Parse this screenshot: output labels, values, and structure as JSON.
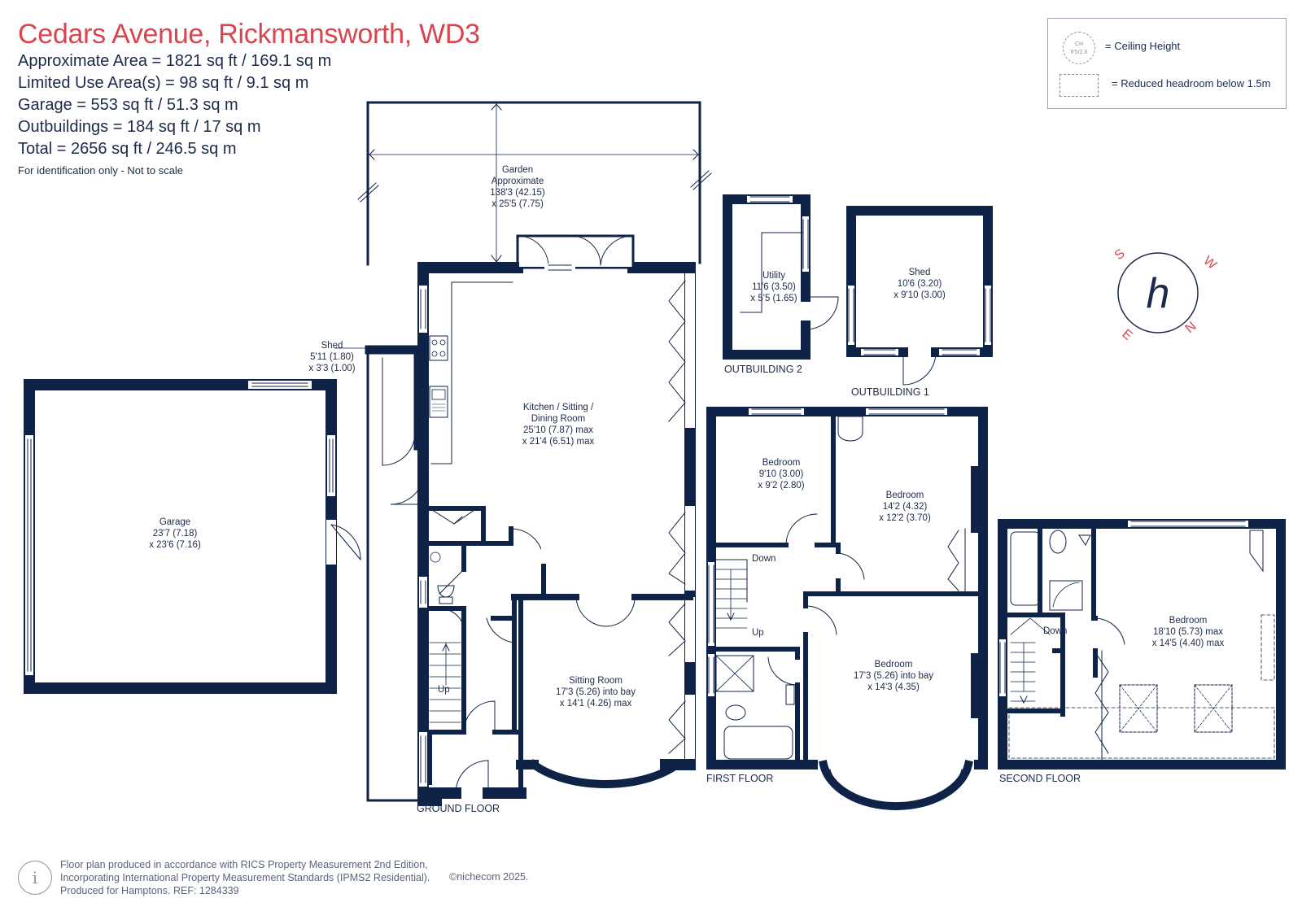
{
  "header": {
    "title": "Cedars Avenue, Rickmansworth, WD3",
    "approx_area": "Approximate Area = 1821 sq ft / 169.1 sq m",
    "limited_use": "Limited Use Area(s) = 98 sq ft / 9.1 sq m",
    "garage": "Garage = 553 sq ft / 51.3 sq m",
    "outbuildings": "Outbuildings = 184 sq ft / 17 sq m",
    "total": "Total = 2656 sq ft / 246.5 sq m",
    "note": "For identification only - Not to scale"
  },
  "legend": {
    "ceiling_symbol_top": "CH",
    "ceiling_symbol_bottom": "8'5/2.6",
    "ceiling_label": "= Ceiling Height",
    "reduced_label": "= Reduced headroom below 1.5m"
  },
  "compass": {
    "letter_w": "W",
    "letter_n": "N",
    "letter_e": "E",
    "letter_s": "S",
    "logo": "h"
  },
  "rooms": {
    "garden": [
      "Garden",
      "Approximate",
      "138'3 (42.15)",
      "x 25'5 (7.75)"
    ],
    "shed_small": [
      "Shed",
      "5'11 (1.80)",
      "x 3'3 (1.00)"
    ],
    "garage": [
      "Garage",
      "23'7 (7.18)",
      "x 23'6 (7.16)"
    ],
    "kitchen": [
      "Kitchen / Sitting /",
      "Dining Room",
      "25'10 (7.87) max",
      "x 21'4 (6.51) max"
    ],
    "sitting": [
      "Sitting Room",
      "17'3 (5.26) into bay",
      "x 14'1 (4.26) max"
    ],
    "utility": [
      "Utility",
      "11'6 (3.50)",
      "x 5'5 (1.65)"
    ],
    "shed_ob1": [
      "Shed",
      "10'6 (3.20)",
      "x 9'10 (3.00)"
    ],
    "bed1": [
      "Bedroom",
      "9'10 (3.00)",
      "x 9'2 (2.80)"
    ],
    "bed2": [
      "Bedroom",
      "14'2 (4.32)",
      "x 12'2 (3.70)"
    ],
    "bed3": [
      "Bedroom",
      "17'3 (5.26) into bay",
      "x 14'3 (4.35)"
    ],
    "bed4": [
      "Bedroom",
      "18'10 (5.73) max",
      "x 14'5 (4.40) max"
    ]
  },
  "labels": {
    "up_ground": "Up",
    "down_first": "Down",
    "up_first": "Up",
    "down_second": "Down",
    "outbuilding2": "OUTBUILDING 2",
    "outbuilding1": "OUTBUILDING 1",
    "ground_floor": "GROUND FLOOR",
    "first_floor": "FIRST FLOOR",
    "second_floor": "SECOND FLOOR"
  },
  "footer": {
    "info_icon": "i",
    "line1": "Floor plan produced in accordance with RICS Property Measurement 2nd Edition,",
    "line2": "Incorporating International Property Measurement Standards (IPMS2 Residential).",
    "line3": "Produced for Hamptons.   REF:  1284339",
    "copyright": "©nichecom 2025."
  },
  "colors": {
    "wall": "#0f2247",
    "title": "#d9454f",
    "compass": "#1c2a4a",
    "compass_letters": "#d9454f"
  }
}
